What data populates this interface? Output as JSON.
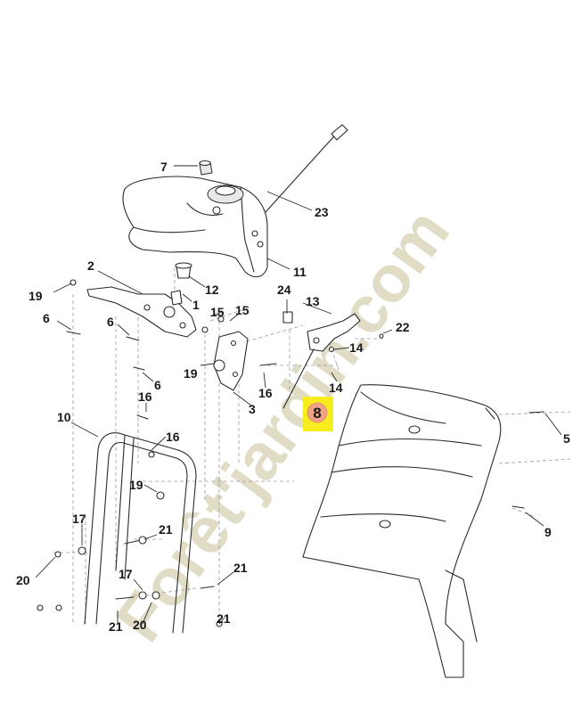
{
  "watermark": {
    "text": "Forêt'jardin.com",
    "color_left": "#e9d9b6",
    "color_right": "#c9cdb0"
  },
  "highlight": {
    "label": "8",
    "box_color": "#f7ec1d",
    "circle_color": "#f1a284"
  },
  "callouts": [
    {
      "id": "7",
      "label": "7"
    },
    {
      "id": "23",
      "label": "23"
    },
    {
      "id": "2",
      "label": "2"
    },
    {
      "id": "12",
      "label": "12"
    },
    {
      "id": "11",
      "label": "11"
    },
    {
      "id": "19a",
      "label": "19"
    },
    {
      "id": "1",
      "label": "1"
    },
    {
      "id": "24",
      "label": "24"
    },
    {
      "id": "13",
      "label": "13"
    },
    {
      "id": "6a",
      "label": "6"
    },
    {
      "id": "15a",
      "label": "15"
    },
    {
      "id": "15b",
      "label": "15"
    },
    {
      "id": "22",
      "label": "22"
    },
    {
      "id": "6b",
      "label": "6"
    },
    {
      "id": "14a",
      "label": "14"
    },
    {
      "id": "19b",
      "label": "19"
    },
    {
      "id": "6c",
      "label": "6"
    },
    {
      "id": "16a",
      "label": "16"
    },
    {
      "id": "14b",
      "label": "14"
    },
    {
      "id": "3",
      "label": "3"
    },
    {
      "id": "16b",
      "label": "16"
    },
    {
      "id": "10",
      "label": "10"
    },
    {
      "id": "16c",
      "label": "16"
    },
    {
      "id": "5",
      "label": "5"
    },
    {
      "id": "19c",
      "label": "19"
    },
    {
      "id": "17a",
      "label": "17"
    },
    {
      "id": "21a",
      "label": "21"
    },
    {
      "id": "9",
      "label": "9"
    },
    {
      "id": "20a",
      "label": "20"
    },
    {
      "id": "21b",
      "label": "21"
    },
    {
      "id": "17b",
      "label": "17"
    },
    {
      "id": "21c",
      "label": "21"
    },
    {
      "id": "20b",
      "label": "20"
    },
    {
      "id": "21d",
      "label": "21"
    }
  ]
}
